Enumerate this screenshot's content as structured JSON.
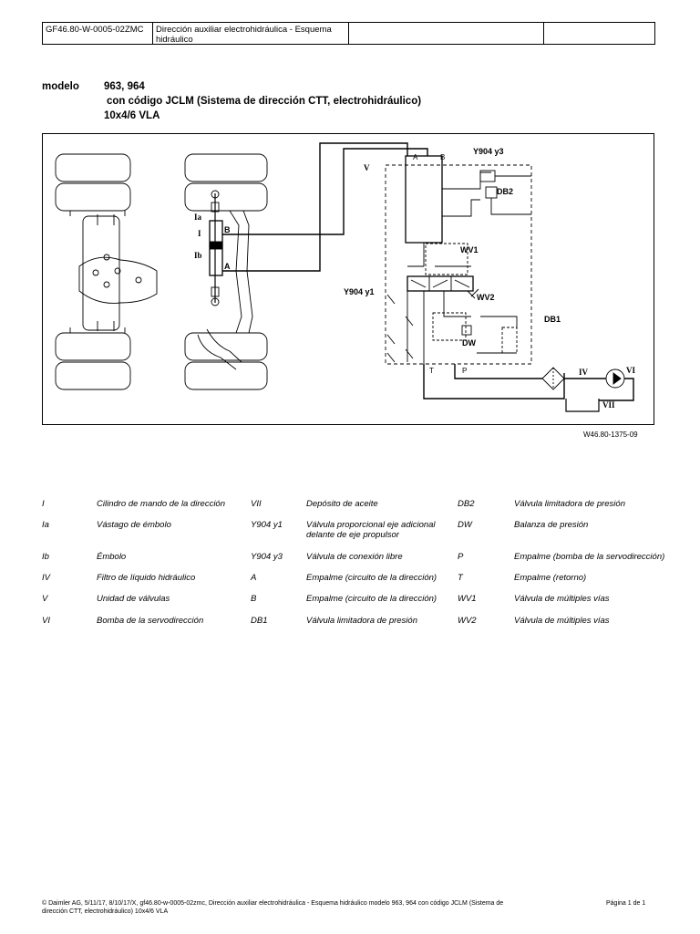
{
  "header": {
    "doc_code": "GF46.80-W-0005-02ZMC",
    "title": "Dirección auxiliar electrohidráulica - Esquema hidráulico",
    "col3": "",
    "col4": ""
  },
  "model": {
    "label": "modelo",
    "line1": "963, 964",
    "line2": "con código JCLM (Sistema de dirección CTT, electrohidráulico)",
    "line3": "10x4/6 VLA"
  },
  "diagram": {
    "figure_id": "W46.80-1375-09",
    "labels": {
      "Ia": "Ia",
      "I": "I",
      "Ib": "Ib",
      "B_left": "B",
      "A_left": "A",
      "V": "V",
      "A_top": "A",
      "B_top": "B",
      "Y904y3": "Y904 y3",
      "DB2": "DB2",
      "WV1": "WV1",
      "Y904y1": "Y904 y1",
      "WV2": "WV2",
      "DB1": "DB1",
      "DW": "DW",
      "T": "T",
      "P": "P",
      "IV": "IV",
      "VI": "VI",
      "VII": "VII"
    }
  },
  "legend": [
    [
      {
        "k": "I",
        "v": "Cilindro de mando de la dirección"
      },
      {
        "k": "VII",
        "v": "Depósito de aceite"
      },
      {
        "k": "DB2",
        "v": "Válvula limitadora de presión"
      }
    ],
    [
      {
        "k": "Ia",
        "v": "Vástago de émbolo"
      },
      {
        "k": "Y904 y1",
        "v": "Válvula proporcional eje adicional delante de eje propulsor"
      },
      {
        "k": "DW",
        "v": "Balanza de presión"
      }
    ],
    [
      {
        "k": "Ib",
        "v": "Émbolo"
      },
      {
        "k": "Y904 y3",
        "v": "Válvula de conexión libre"
      },
      {
        "k": "P",
        "v": "Empalme (bomba de la servodirección)"
      }
    ],
    [
      {
        "k": "IV",
        "v": "Filtro de líquido hidráulico"
      },
      {
        "k": "A",
        "v": "Empalme (circuito de la dirección)"
      },
      {
        "k": "T",
        "v": "Empalme (retorno)"
      }
    ],
    [
      {
        "k": "V",
        "v": "Unidad de válvulas"
      },
      {
        "k": "B",
        "v": "Empalme (circuito de la dirección)"
      },
      {
        "k": "WV1",
        "v": "Válvula de múltiples vías"
      }
    ],
    [
      {
        "k": "VI",
        "v": "Bomba de la servodirección"
      },
      {
        "k": "DB1",
        "v": "Válvula limitadora de presión"
      },
      {
        "k": "WV2",
        "v": "Válvula de múltiples vías"
      }
    ]
  ],
  "footer": {
    "left": "© Daimler AG, 5/11/17, 8/10/17/X, gf46.80-w-0005-02zmc, Dirección auxiliar electrohidráulica - Esquema hidráulico modelo 963, 964 con código JCLM (Sistema de dirección CTT, electrohidráulico) 10x4/6 VLA",
    "right": "Página 1 de 1"
  }
}
